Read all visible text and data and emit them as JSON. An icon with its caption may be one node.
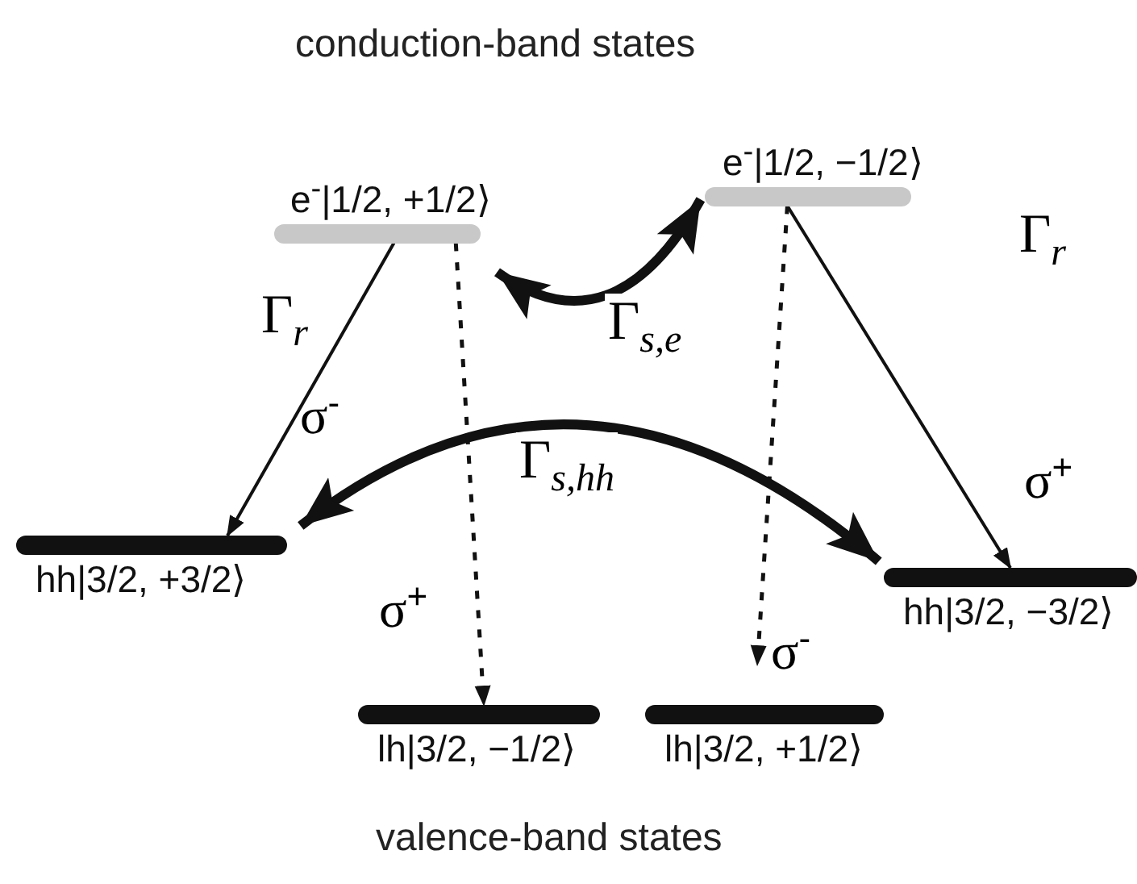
{
  "diagram": {
    "nodes": [
      {
        "text": [
          "e$^{-}$|1/2, +1/2⟩"
        ]
      },
      {
        "text": [
          "e$^{-}$|1/2, −1/2⟩"
        ]
      },
      {
        "text": [
          "hh|3/2, +3/2⟩"
        ]
      },
      {
        "text": [
          "hh|3/2, −3/2⟩"
        ]
      },
      {
        "text": [
          "lh|3/2, −1/2⟩"
        ]
      },
      {
        "text": [
          "lh|3/2, +1/2⟩"
        ]
      }
    ],
    "edges": [
      {
        "from": 0,
        "to": 2,
        "arrow": "to",
        "label": "Γ$_{r}$"
      },
      {
        "from": 1,
        "to": 3,
        "arrow": "to",
        "label": "Γ$_{r}$"
      },
      {
        "from": 0,
        "to": 1,
        "arrow": "both",
        "style": "thick",
        "label": "Γ$_{s,e}$"
      },
      {
        "from": 2,
        "to": 3,
        "arrow": "both",
        "style": "thick",
        "label": "Γ$_{s,hh}$"
      },
      {
        "from": 0,
        "to": 4,
        "arrow": "to",
        "style": "dashed",
        "label": "σ$^{+}$"
      },
      {
        "from": 1,
        "to": 5,
        "arrow": "to",
        "style": "dashed",
        "label": "σ$^{-}$"
      }
    ],
    "labels": [
      "conduction-band states",
      "σ$^{-}$",
      "σ$^{+}$",
      "valence-band states"
    ]
  }
}
